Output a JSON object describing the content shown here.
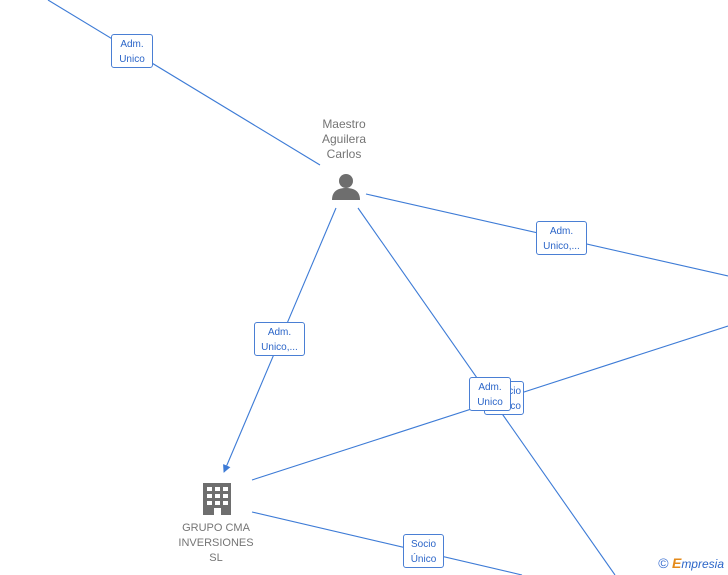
{
  "nodes": {
    "person": {
      "lines": [
        "Maestro",
        "Aguilera",
        "Carlos"
      ],
      "icon": "person-icon"
    },
    "company": {
      "lines": [
        "GRUPO CMA",
        "INVERSIONES",
        "SL"
      ],
      "icon": "building-icon"
    }
  },
  "edge_labels": [
    {
      "key": "top-left",
      "lines": [
        "Adm.",
        "Unico"
      ]
    },
    {
      "key": "right-upper",
      "lines": [
        "Adm.",
        "Unico,..."
      ]
    },
    {
      "key": "left-down",
      "lines": [
        "Adm.",
        "Unico,..."
      ]
    },
    {
      "key": "center-back",
      "lines": [
        "Socio",
        "Único"
      ]
    },
    {
      "key": "center-front",
      "lines": [
        "Adm.",
        "Unico"
      ]
    },
    {
      "key": "bottom",
      "lines": [
        "Socio",
        "Único"
      ]
    }
  ],
  "brand": {
    "copyright": "©",
    "initial": "E",
    "rest": "mpresia"
  },
  "colors": {
    "edge": "#3d7bd6",
    "icon": "#6e6e6e",
    "label_text": "#757575"
  }
}
